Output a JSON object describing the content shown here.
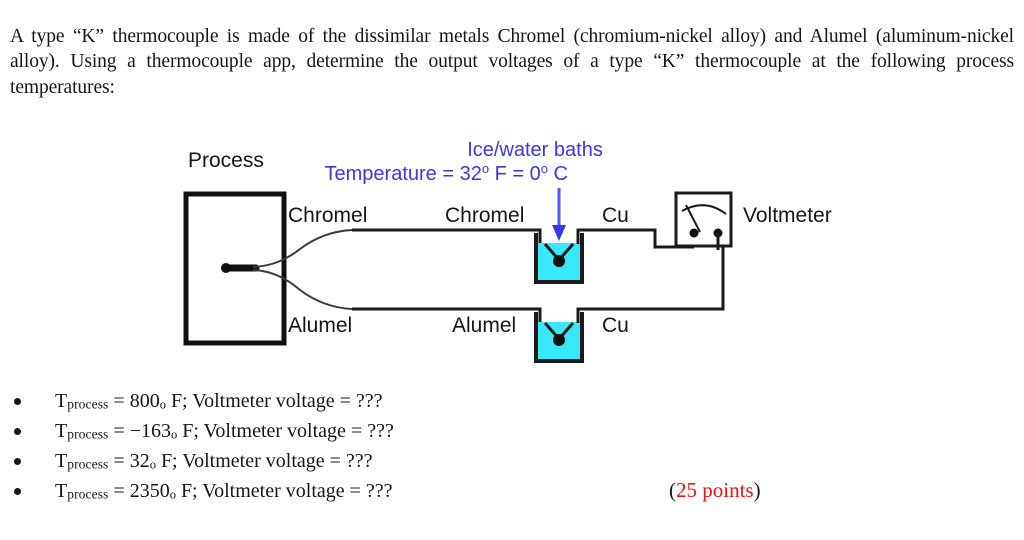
{
  "intro": {
    "paragraph": "A type “K” thermocouple is made of the dissimilar metals Chromel (chromium-nickel alloy) and Alumel (aluminum-nickel alloy). Using a thermocouple app, determine the output voltages of a type “K” thermocouple at the following process temperatures:"
  },
  "diagram": {
    "process_label": "Process",
    "chromel_left_label": "Chromel",
    "chromel_right_label": "Chromel",
    "alumel_left_label": "Alumel",
    "alumel_right_label": "Alumel",
    "cu_top_label": "Cu",
    "cu_bottom_label": "Cu",
    "voltmeter_label": "Voltmeter",
    "annotation": {
      "line1": "Ice/water baths",
      "line2_prefix": "Temperature = 32",
      "line2_deg1": "o",
      "line2_mid": " F = 0",
      "line2_deg2": "o",
      "line2_suffix": " C"
    },
    "colors": {
      "wire": "#1a1a1a",
      "annotation_blue": "#3a36f0",
      "arrow_blue": "#4a46f5",
      "ice_bath_fill": "#38e8f8",
      "label_text": "#15151f"
    }
  },
  "bullets": [
    {
      "t_label": "T",
      "t_sub": "process",
      "eq": " = ",
      "value": "800",
      "deg": "o",
      "unit": " F; Voltmeter voltage = ???"
    },
    {
      "t_label": "T",
      "t_sub": "process",
      "eq": " = ",
      "value": "−163",
      "deg": "o",
      "unit": " F; Voltmeter voltage = ???"
    },
    {
      "t_label": "T",
      "t_sub": "process",
      "eq": " = ",
      "value": "32",
      "deg": "o",
      "unit": " F; Voltmeter voltage = ???"
    },
    {
      "t_label": "T",
      "t_sub": "process",
      "eq": " = ",
      "value": "2350",
      "deg": "o",
      "unit": " F; Voltmeter voltage = ???"
    }
  ],
  "points": {
    "open_paren": "(",
    "text": "25 points",
    "close_paren": ")",
    "color": "#ee1111"
  }
}
